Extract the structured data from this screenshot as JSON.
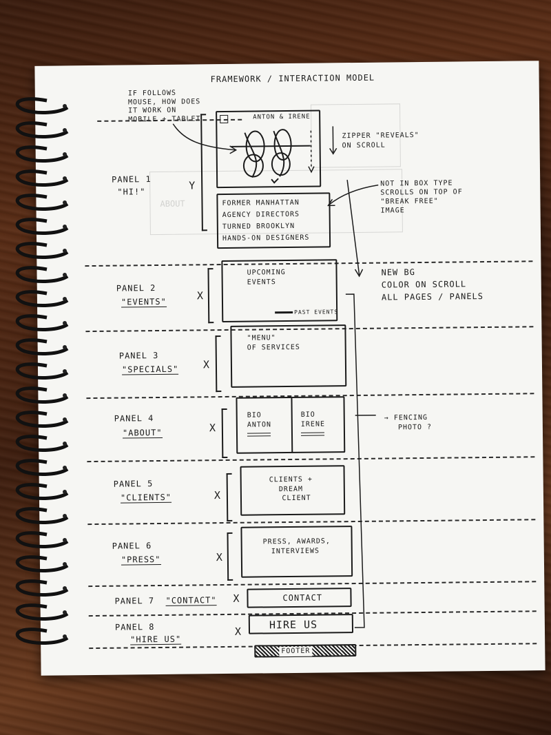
{
  "title": "FRAMEWORK / INTERACTION MODEL",
  "notes": {
    "mouse": [
      "IF FOLLOWS",
      "MOUSE, HOW DOES",
      "IT WORK ON",
      "MOBILE + TABLET"
    ],
    "zipper": [
      "ZIPPER \"REVEALS\"",
      "ON SCROLL"
    ],
    "not_in_box": [
      "NOT IN BOX TYPE",
      "SCROLLS ON TOP OF",
      "\"BREAK FREE\"",
      "IMAGE"
    ],
    "new_bg": [
      "NEW BG",
      "COLOR ON SCROLL",
      "ALL PAGES / PANELS"
    ],
    "fencing": [
      "FENCING",
      "PHOTO ?"
    ]
  },
  "panel1": {
    "label": "PANEL 1",
    "name": "\"HI!\"",
    "mark": "Y",
    "header": "ANTON & IRENE",
    "intro": [
      "FORMER MANHATTAN",
      "AGENCY DIRECTORS",
      "TURNED BROOKLYN",
      "HANDS-ON DESIGNERS"
    ]
  },
  "panel2": {
    "label": "PANEL 2",
    "name": "\"EVENTS\"",
    "mark": "X",
    "box": [
      "UPCOMING",
      "EVENTS"
    ],
    "link": "PAST EVENTS"
  },
  "panel3": {
    "label": "PANEL 3",
    "name": "\"SPECIALS\"",
    "mark": "X",
    "box": [
      "\"MENU\"",
      "OF SERVICES"
    ]
  },
  "panel4": {
    "label": "PANEL 4",
    "name": "\"ABOUT\"",
    "mark": "X",
    "bio_left": [
      "BIO",
      "ANTON"
    ],
    "bio_right": [
      "BIO",
      "IRENE"
    ]
  },
  "panel5": {
    "label": "PANEL 5",
    "name": "\"CLIENTS\"",
    "mark": "X",
    "box": [
      "CLIENTS +",
      "DREAM",
      "CLIENT"
    ]
  },
  "panel6": {
    "label": "PANEL 6",
    "name": "\"PRESS\"",
    "mark": "X",
    "box": [
      "PRESS, AWARDS,",
      "INTERVIEWS"
    ]
  },
  "panel7": {
    "label": "PANEL 7",
    "name": "\"CONTACT\"",
    "mark": "X",
    "box": "CONTACT"
  },
  "panel8": {
    "label": "PANEL 8",
    "name": "\"HIRE US\"",
    "mark": "X",
    "box": "HIRE US"
  },
  "footer": "FOOTER"
}
